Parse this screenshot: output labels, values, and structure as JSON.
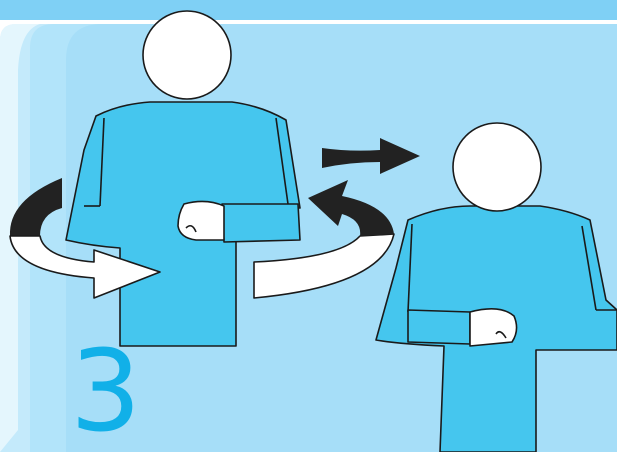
{
  "illustration": {
    "step_number": "3",
    "colors": {
      "top_band": "#7fd0f5",
      "panel_back": "#c4eafb",
      "panel_mid": "#b2e4fa",
      "panel_front": "#a6def8",
      "shirt": "#45c6ee",
      "outline": "#1a1a1a",
      "arrow_dark": "#222222",
      "arrow_light": "#ffffff",
      "step_number": "#11b0e8"
    },
    "figures": [
      "signer-figure-front",
      "signer-figure-turned"
    ],
    "icons": [
      "circular-arrow-left-icon",
      "circular-arrow-right-icon",
      "move-right-arrow-icon"
    ]
  }
}
